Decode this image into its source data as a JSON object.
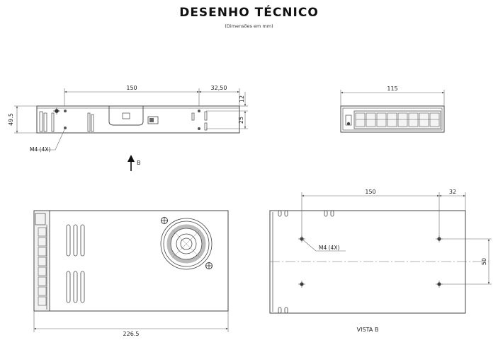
{
  "header": {
    "title": "DESENHO TÉCNICO",
    "subtitle": "(Dimensões em mm)"
  },
  "side_view": {
    "dim_length": "150",
    "dim_offset": "32,50",
    "dim_top": "12",
    "dim_hole_height": "25",
    "dim_height": "49.5",
    "screw_label": "M4 (4X)",
    "arrow_label": "B"
  },
  "front_view": {
    "dim_width": "115"
  },
  "top_view": {
    "dim_length": "226.5"
  },
  "view_b": {
    "dim_length": "150",
    "dim_offset": "32",
    "dim_spacing": "50",
    "screw_label": "M4 (4X)",
    "caption": "VISTA B"
  },
  "colors": {
    "line": "#444444",
    "dim": "#666666",
    "text": "#222222"
  }
}
